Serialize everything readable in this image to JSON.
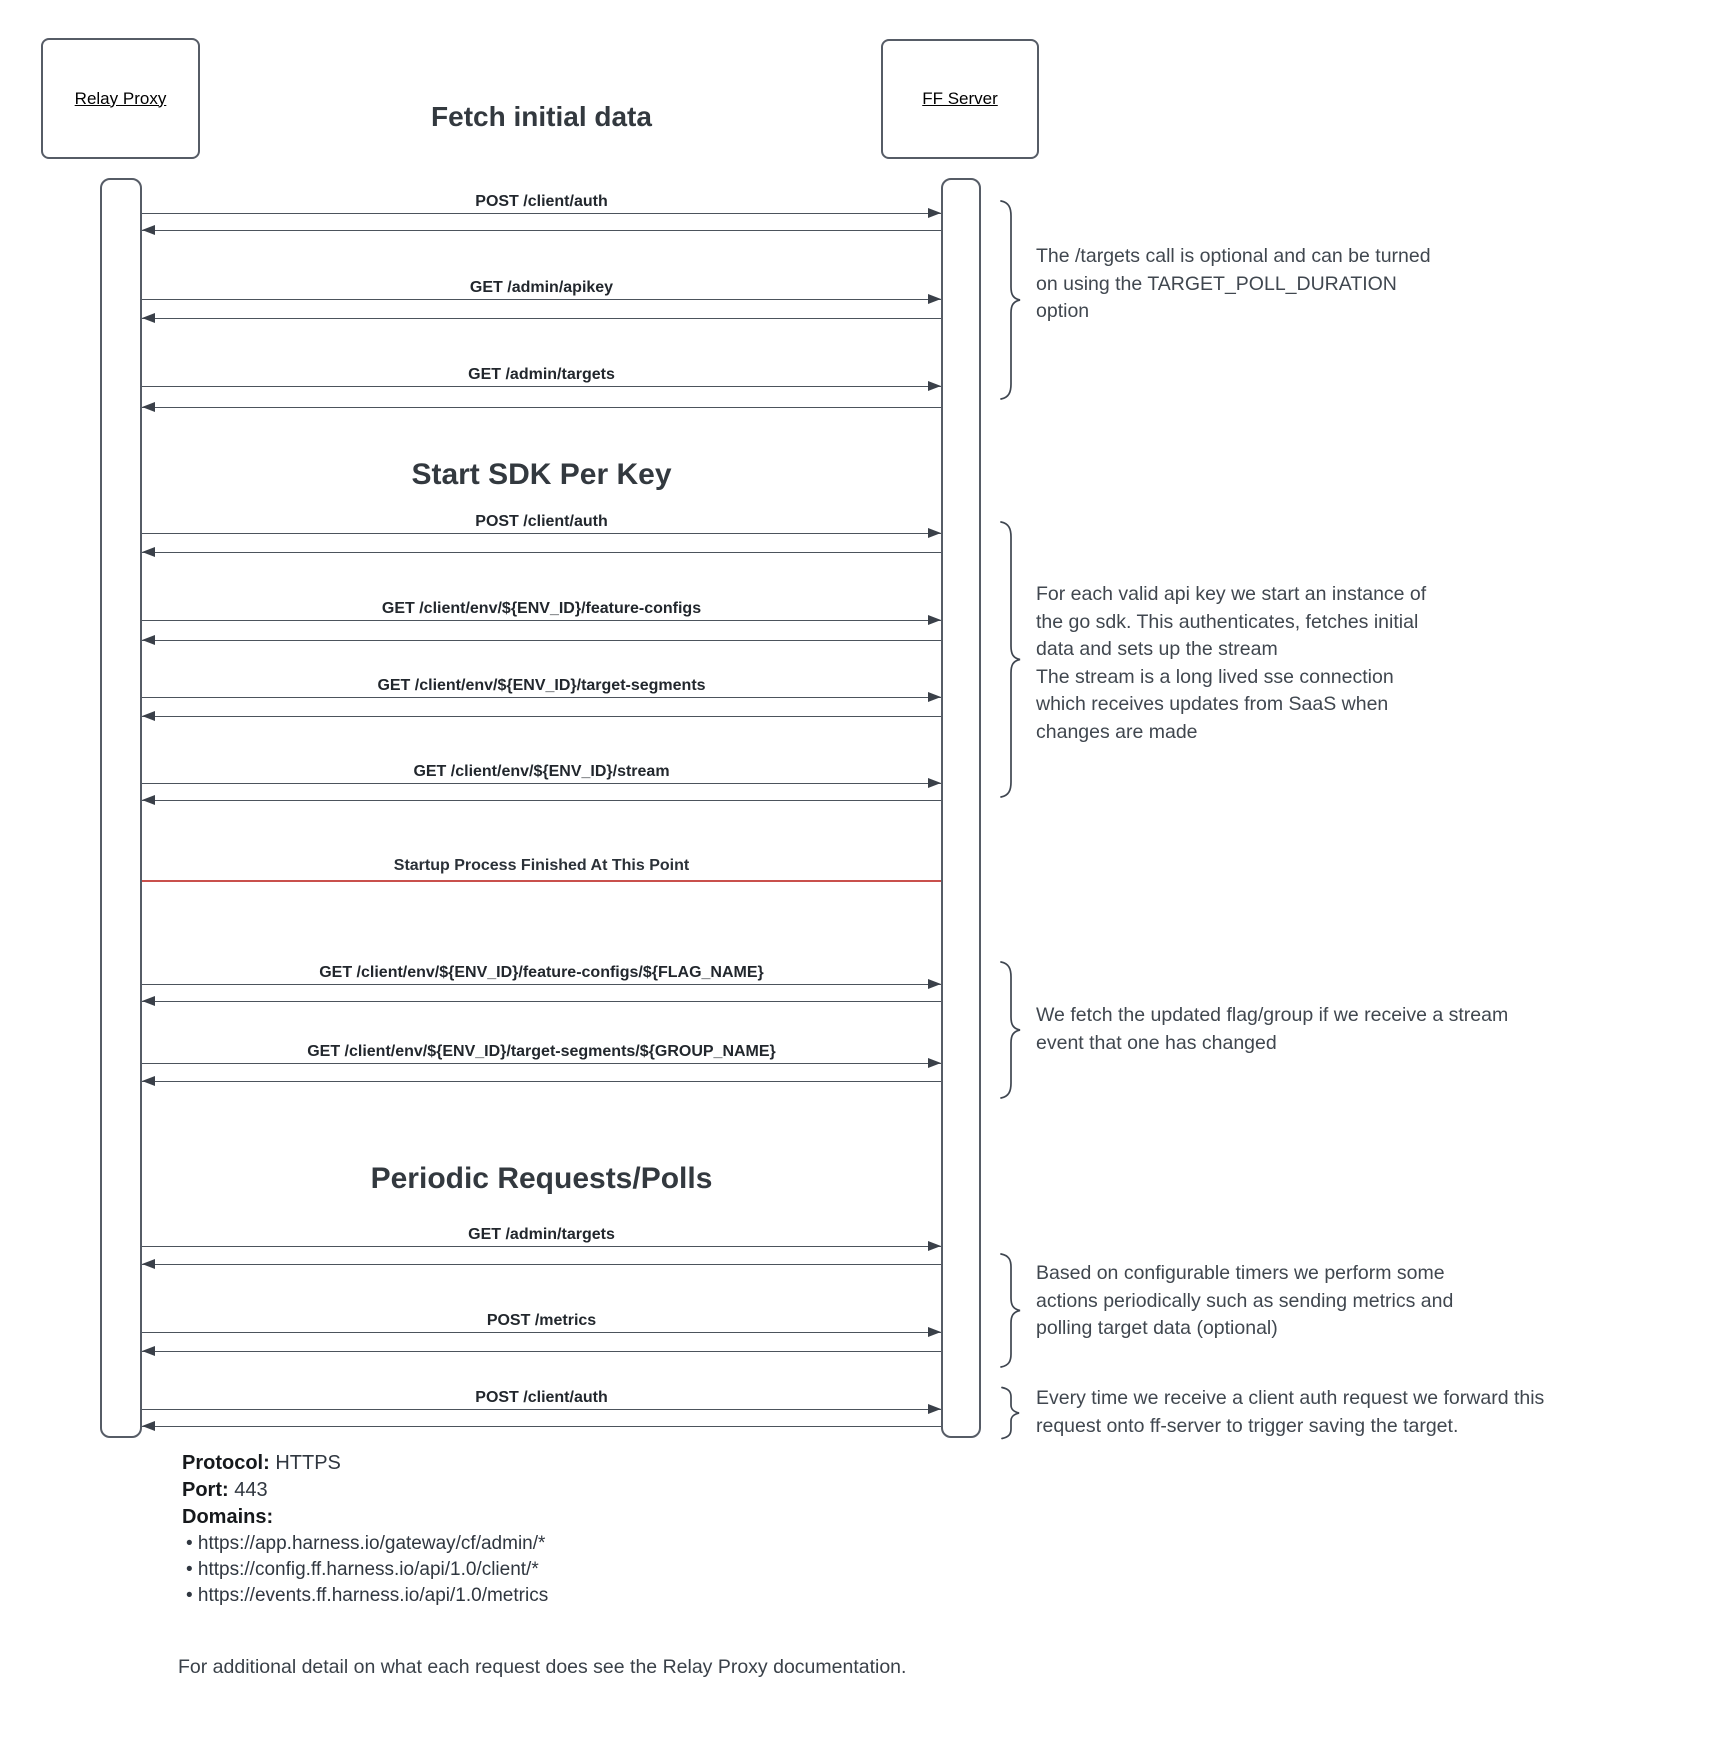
{
  "diagram": {
    "actors": [
      {
        "name": "Relay Proxy"
      },
      {
        "name": "FF Server"
      }
    ],
    "section_titles": {
      "fetch": "Fetch initial data",
      "sdk": "Start SDK Per Key",
      "periodic": "Periodic Requests/Polls"
    },
    "messages": [
      {
        "label": "POST /client/auth"
      },
      {
        "label": "GET /admin/apikey"
      },
      {
        "label": "GET /admin/targets"
      },
      {
        "label": "POST /client/auth"
      },
      {
        "label": "GET /client/env/${ENV_ID}/feature-configs"
      },
      {
        "label": "GET /client/env/${ENV_ID}/target-segments"
      },
      {
        "label": "GET /client/env/${ENV_ID}/stream"
      },
      {
        "label": "GET /client/env/${ENV_ID}/feature-configs/${FLAG_NAME}"
      },
      {
        "label": "GET /client/env/${ENV_ID}/target-segments/${GROUP_NAME}"
      },
      {
        "label": "GET /admin/targets"
      },
      {
        "label": "POST /metrics"
      },
      {
        "label": "POST /client/auth"
      }
    ],
    "separator": {
      "label": "Startup Process Finished At This Point",
      "color": "#c9504c"
    },
    "annotations": [
      {
        "text": "The /targets call is optional and can be turned\non using the TARGET_POLL_DURATION\noption"
      },
      {
        "text": "For each valid api key we start an instance of\nthe go sdk. This authenticates, fetches initial\ndata and sets up the stream\nThe stream is a long lived sse connection\nwhich receives updates from SaaS when\nchanges are made"
      },
      {
        "text": "We fetch the updated flag/group if we receive a stream\nevent that one has changed"
      },
      {
        "text": "Based on configurable timers we perform some\nactions periodically such as sending metrics and\npolling target data (optional)"
      },
      {
        "text": "Every time we receive a client auth request we forward this\nrequest onto ff-server to trigger saving the target."
      }
    ],
    "footer": {
      "protocol_label": "Protocol:",
      "protocol_value": "HTTPS",
      "port_label": "Port:",
      "port_value": "443",
      "domains_label": "Domains:",
      "domains": [
        "https://app.harness.io/gateway/cf/admin/*",
        "https://config.ff.harness.io/api/1.0/client/*",
        "https://events.ff.harness.io/api/1.0/metrics"
      ],
      "domains_text": "• https://app.harness.io/gateway/cf/admin/*\n• https://config.ff.harness.io/api/1.0/client/*\n• https://events.ff.harness.io/api/1.0/metrics",
      "note": "For additional detail on what each request does see the Relay Proxy documentation."
    },
    "colors": {
      "line": "#565c66",
      "arrowhead": "#3a4049",
      "title_text": "#33393f",
      "label_text": "#22272d",
      "note_text": "#40474f",
      "separator_red": "#c9504c"
    }
  }
}
